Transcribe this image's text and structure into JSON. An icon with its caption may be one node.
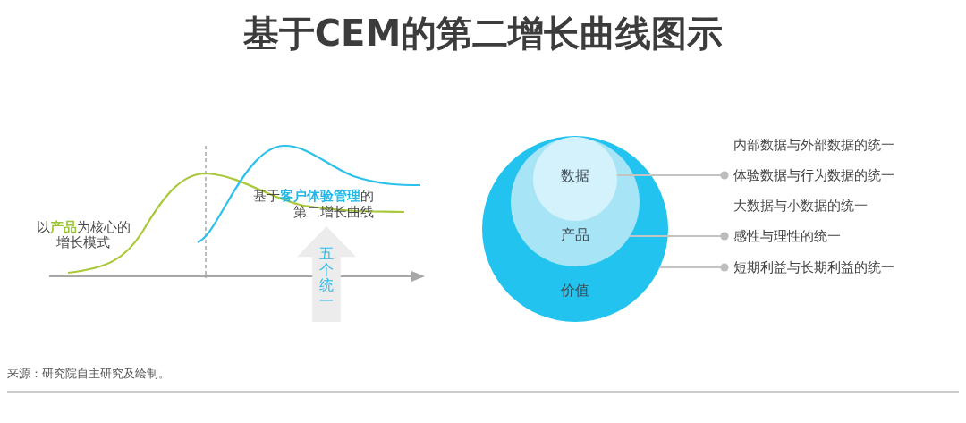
{
  "diagram": {
    "title": "基于CEM的第二增长曲线图示",
    "nodes": [
      {
        "text": [
          "五个统一"
        ]
      },
      {
        "text": [
          "价值"
        ]
      },
      {
        "text": [
          "产品"
        ],
        "in": 1
      },
      {
        "text": [
          "数据"
        ],
        "in": 2
      },
      {
        "text": [
          "体验数据与行为数据的统一"
        ]
      },
      {
        "text": [
          "感性与理性的统一"
        ]
      },
      {
        "text": [
          "短期利益与长期利益的统一"
        ]
      }
    ],
    "edges": [
      {
        "from": 3,
        "to": 4,
        "arrow": "other"
      },
      {
        "from": 2,
        "to": 5,
        "arrow": "other"
      },
      {
        "from": 1,
        "to": 6,
        "arrow": "other"
      }
    ],
    "labels": [
      "以**产品**为核心的增长模式",
      "基于**客户体验管理**的第二增长曲线",
      "内部数据与外部数据的统一",
      "大数据与小数据的统一"
    ],
    "caption": "来源：研究院自主研究及绘制。"
  }
}
